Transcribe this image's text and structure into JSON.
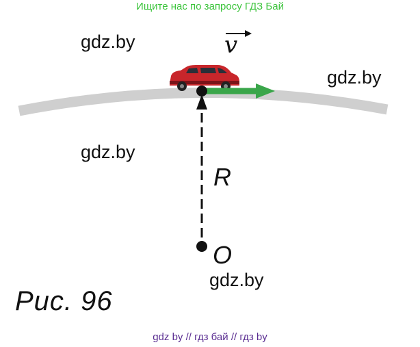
{
  "banner": {
    "text": "Ищите нас по запросу ГДЗ Бай"
  },
  "watermarks": [
    "gdz.by",
    "gdz.by",
    "gdz.by",
    "gdz.by"
  ],
  "labels": {
    "velocity": "v",
    "radius": "R",
    "center": "O"
  },
  "caption": "Рис. 96",
  "footer": {
    "text": "gdz by  //  гдз бай  //  гдз by"
  },
  "colors": {
    "banner": "#3cc43c",
    "road": "#cfcfcf",
    "arrow": "#3aa64a",
    "car": "#c8262b",
    "footer": "#5a2d91"
  }
}
